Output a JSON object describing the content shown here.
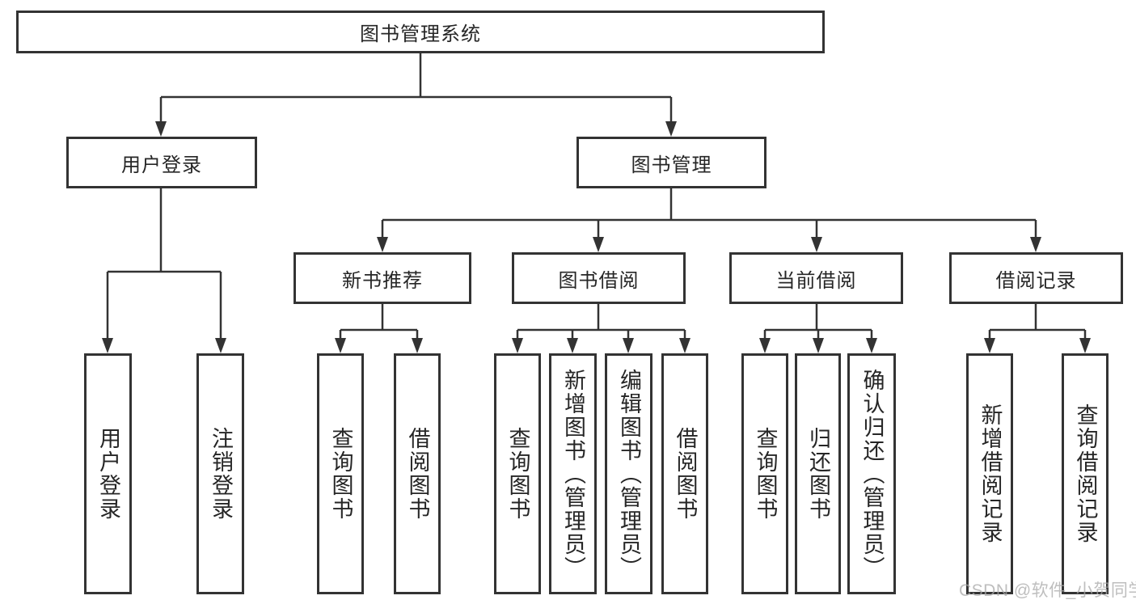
{
  "diagram": {
    "root": {
      "label": "图书管理系统"
    },
    "level2": {
      "user_login": {
        "label": "用户登录"
      },
      "book_management": {
        "label": "图书管理"
      }
    },
    "user_login_children": {
      "user_login_leaf": {
        "label": "用户登录"
      },
      "logout_leaf": {
        "label": "注销登录"
      }
    },
    "book_management_children": {
      "new_book_recommend": {
        "label": "新书推荐"
      },
      "book_borrowing": {
        "label": "图书借阅"
      },
      "current_borrowing": {
        "label": "当前借阅"
      },
      "borrowing_records": {
        "label": "借阅记录"
      }
    },
    "new_book_recommend_children": {
      "query_books": {
        "label": "查询图书"
      },
      "borrow_books": {
        "label": "借阅图书"
      }
    },
    "book_borrowing_children": {
      "query_books": {
        "label": "查询图书"
      },
      "add_books_admin": {
        "label": "新增图书（管理员）"
      },
      "edit_books_admin": {
        "label": "编辑图书（管理员）"
      },
      "borrow_books": {
        "label": "借阅图书"
      }
    },
    "current_borrowing_children": {
      "query_books": {
        "label": "查询图书"
      },
      "return_books": {
        "label": "归还图书"
      },
      "confirm_return_admin": {
        "label": "确认归还（管理员）"
      }
    },
    "borrowing_records_children": {
      "add_borrow_record": {
        "label": "新增借阅记录"
      },
      "query_borrow_record": {
        "label": "查询借阅记录"
      }
    },
    "watermark": "CSDN @软件_小贺同学",
    "colors": {
      "line": "#333333",
      "box_border": "#333333",
      "text": "#262626",
      "watermark": "#a8a8a8",
      "background": "#ffffff"
    }
  }
}
